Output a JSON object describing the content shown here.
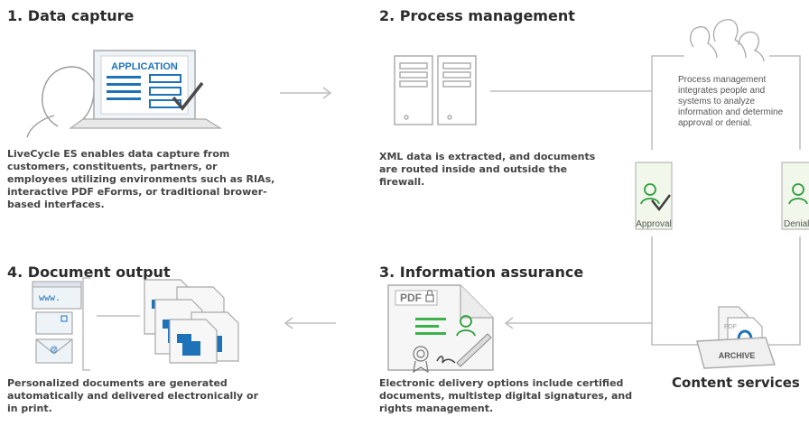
{
  "sections": {
    "capture": {
      "title": "1. Data capture",
      "app_label": "APPLICATION",
      "description": "LiveCycle ES enables data capture from customers, constituents, partners, or employees utilizing environments such as RIAs, interactive PDF eForms, or traditional brower-based interfaces."
    },
    "process": {
      "title": "2. Process management",
      "description": "XML data is extracted, and documents are routed inside and outside the firewall.",
      "note": "Process management integrates people and systems to analyze information and determine approval or denial.",
      "approval_label": "Approval",
      "denial_label": "Denial"
    },
    "assurance": {
      "title": "3. Information assurance",
      "pdf_label": "PDF",
      "description": "Electronic delivery options include certified documents, multistep digital signatures, and rights management."
    },
    "output": {
      "title": "4. Document output",
      "www_label": "www.",
      "email_symbol": "@",
      "description": "Personalized documents are generated automatically and delivered electronically or in print."
    },
    "content": {
      "title": "Content services",
      "archive_label": "ARCHIVE",
      "pdf_label": "PDF"
    }
  },
  "colors": {
    "accent_blue": "#1e72b8",
    "accent_green": "#2e9e3c",
    "line_gray": "#bdbdbd",
    "icon_gray": "#9a9a9a"
  }
}
